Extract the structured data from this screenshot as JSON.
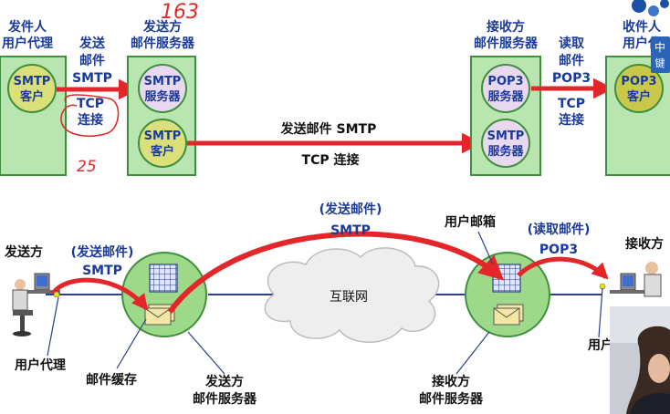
{
  "top": {
    "sender_ua": [
      "发件人",
      "用户代理"
    ],
    "send_mail": [
      "发送",
      "邮件"
    ],
    "smtp": "SMTP",
    "tcp": [
      "TCP",
      "连接"
    ],
    "smtp_client": [
      "SMTP",
      "客户"
    ],
    "sender_server_title": [
      "发送方",
      "邮件服务器"
    ],
    "smtp_server": [
      "SMTP",
      "服务器"
    ],
    "middle_send": "发送邮件 SMTP",
    "middle_tcp": "TCP 连接",
    "receiver_server_title": [
      "接收方",
      "邮件服务器"
    ],
    "pop3_server": [
      "POP3",
      "服务器"
    ],
    "read_mail": [
      "读取",
      "邮件"
    ],
    "pop3": "POP3",
    "tcp_right": [
      "TCP",
      "连接"
    ],
    "recipient_ua": [
      "收件人",
      "用户代"
    ],
    "pop3_client": [
      "POP3",
      "客户"
    ],
    "ime": [
      "中",
      "键"
    ],
    "scribble_top": "163",
    "scribble_left": "25"
  },
  "bottom": {
    "sender": "发送方",
    "send_mail_paren": "(发送邮件)",
    "smtp_left": "SMTP",
    "user_agent": "用户代理",
    "mail_buffer": "邮件缓存",
    "sender_server": [
      "发送方",
      "邮件服务器"
    ],
    "send_mail_top": "(发送邮件)",
    "smtp_top": "SMTP",
    "internet": "互联网",
    "mailbox": "用户邮箱",
    "read_mail_paren": "(读取邮件)",
    "pop3": "POP3",
    "receiver": "接收方",
    "user_right": "用户",
    "receiver_server": [
      "接收方",
      "邮件服务器"
    ]
  },
  "colors": {
    "panel": "#b9e6b0",
    "panel_stroke": "#3e8f3e",
    "client": "#dce07a",
    "smtp_server": "#e8d8f0",
    "arrow": "#e3262a",
    "text": "#1a3a9a",
    "cloud": "#eeeeee",
    "node": "#9ed98a"
  }
}
